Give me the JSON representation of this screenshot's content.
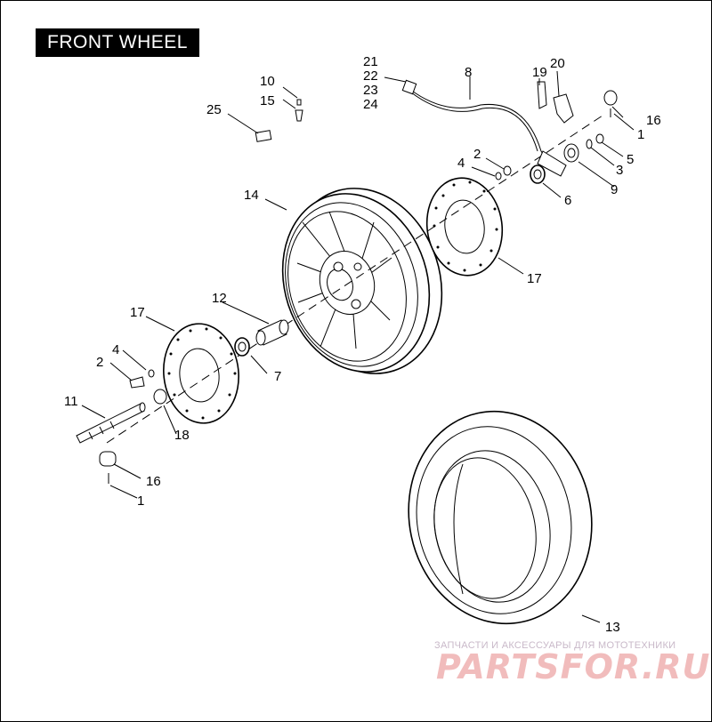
{
  "title": "FRONT WHEEL",
  "callouts": {
    "c1a": "1",
    "c1b": "1",
    "c2a": "2",
    "c2b": "2",
    "c3": "3",
    "c4a": "4",
    "c4b": "4",
    "c5": "5",
    "c6": "6",
    "c7": "7",
    "c8": "8",
    "c9": "9",
    "c10": "10",
    "c11": "11",
    "c12": "12",
    "c13": "13",
    "c14": "14",
    "c15": "15",
    "c16a": "16",
    "c16b": "16",
    "c17a": "17",
    "c17b": "17",
    "c18": "18",
    "c19": "19",
    "c20": "20",
    "c21": "21",
    "c22": "22",
    "c23": "23",
    "c24": "24",
    "c25": "25"
  },
  "watermark": {
    "tagline": "ЗАПЧАСТИ И АКСЕССУАРЫ ДЛЯ МОТОТЕХНИКИ",
    "logo": "PARTSFOR.RU"
  }
}
